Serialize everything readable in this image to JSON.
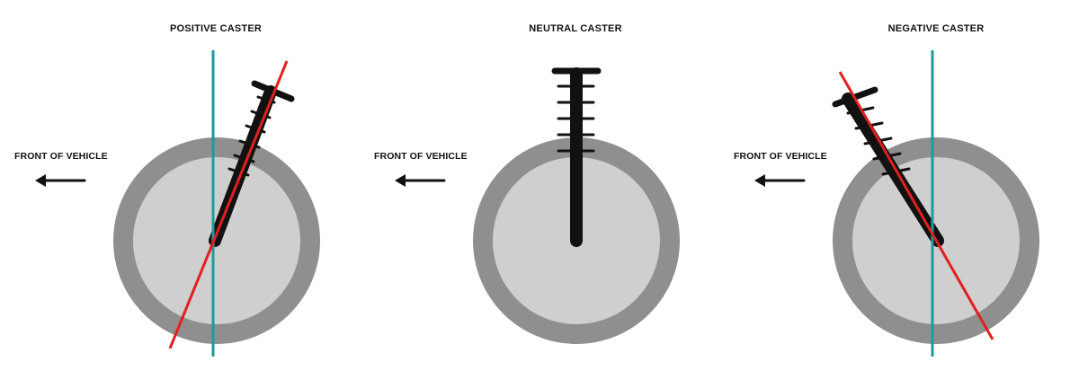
{
  "panels": [
    {
      "title": "POSITIVE CASTER",
      "front_label": "FRONT OF VEHICLE"
    },
    {
      "title": "NEUTRAL CASTER",
      "front_label": "FRONT OF VEHICLE"
    },
    {
      "title": "NEGATIVE CASTER",
      "front_label": "FRONT OF VEHICLE"
    }
  ],
  "colors": {
    "wheel_outer": "#8f8f8f",
    "wheel_inner": "#cfcfcf",
    "vertical_axis": "#1f9a9a",
    "steering_axis": "#e02020",
    "strut": "#111111"
  }
}
